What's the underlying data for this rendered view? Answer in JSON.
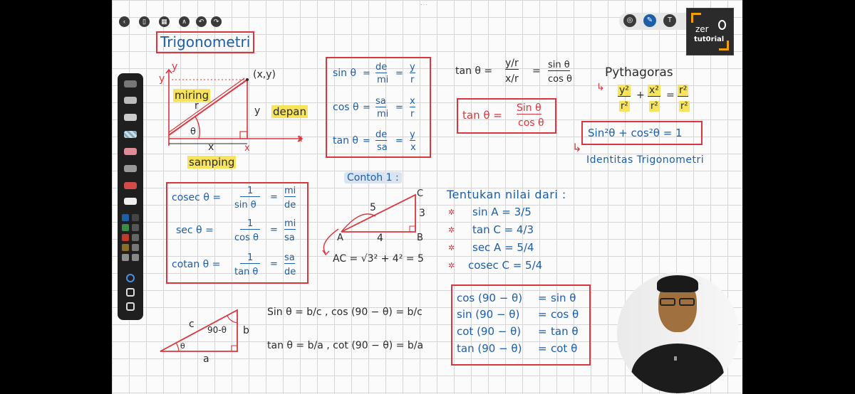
{
  "top_bar": {
    "more_label": "···"
  },
  "logo": {
    "line1": "zer",
    "line2": "tut0rial"
  },
  "title": "Trigonometri",
  "triangle1": {
    "y_axis": "y",
    "y_label_left": "y",
    "point": "(x,y)",
    "miring": "miring",
    "r": "r",
    "y_side": "y",
    "depan": "depan",
    "theta": "θ",
    "x_bottom": "x",
    "x_axis_end": "x",
    "x_axis": "x",
    "samping": "samping"
  },
  "ratios": [
    {
      "fn": "sin θ",
      "num": "de",
      "den": "mi",
      "num2": "y",
      "den2": "r"
    },
    {
      "fn": "cos θ",
      "num": "sa",
      "den": "mi",
      "num2": "x",
      "den2": "r"
    },
    {
      "fn": "tan θ",
      "num": "de",
      "den": "sa",
      "num2": "y",
      "den2": "x"
    }
  ],
  "tan_derivation": {
    "lhs": "tan θ =",
    "num": "y/r",
    "den": "x/r",
    "eq": "=",
    "num2": "sin θ",
    "den2": "cos θ"
  },
  "tan_box": {
    "lhs": "tan θ =",
    "num": "Sin θ",
    "den": "cos θ"
  },
  "pythagoras": {
    "title": "Pythagoras",
    "term1": "y²",
    "plus": "+",
    "term2": "x²",
    "eq": "=",
    "term3": "r²",
    "d1": "r²",
    "d2": "r²",
    "d3": "r²"
  },
  "identity_box": "Sin²θ + cos²θ = 1",
  "identity_label": "Identitas Trigonometri",
  "reciprocals": [
    {
      "fn": "cosec θ =",
      "n1": "1",
      "d1": "sin θ",
      "n2": "mi",
      "d2": "de"
    },
    {
      "fn": "sec θ =",
      "n1": "1",
      "d1": "cos θ",
      "n2": "mi",
      "d2": "sa"
    },
    {
      "fn": "cotan θ =",
      "n1": "1",
      "d1": "tan θ",
      "n2": "sa",
      "d2": "de"
    }
  ],
  "example": {
    "title": "Contoh 1 :",
    "hyp": "5",
    "opp": "3",
    "adj": "4",
    "A": "A",
    "B": "B",
    "C": "C",
    "ac_eq": "AC = √3² + 4² = 5"
  },
  "questions": {
    "title": "Tentukan nilai dari :",
    "items": [
      "sin A = 3/5",
      "tan C = 4/3",
      "sec A = 5/4",
      "cosec C = 5/4"
    ],
    "bullet": "✲"
  },
  "cofunction_box": [
    {
      "lhs": "cos (90 − θ)",
      "rhs": "sin θ"
    },
    {
      "lhs": "sin (90 − θ)",
      "rhs": "cos θ"
    },
    {
      "lhs": "cot (90 − θ)",
      "rhs": "tan θ"
    },
    {
      "lhs": "tan (90 − θ)",
      "rhs": "cot θ"
    }
  ],
  "triangle2": {
    "c": "c",
    "angle": "90-θ",
    "b": "b",
    "theta": "θ",
    "a": "a"
  },
  "identities_bottom": [
    "Sin θ = b/c ,  cos (90 − θ) = b/c",
    "tan θ = b/a ,  cot (90 − θ) = b/a"
  ]
}
